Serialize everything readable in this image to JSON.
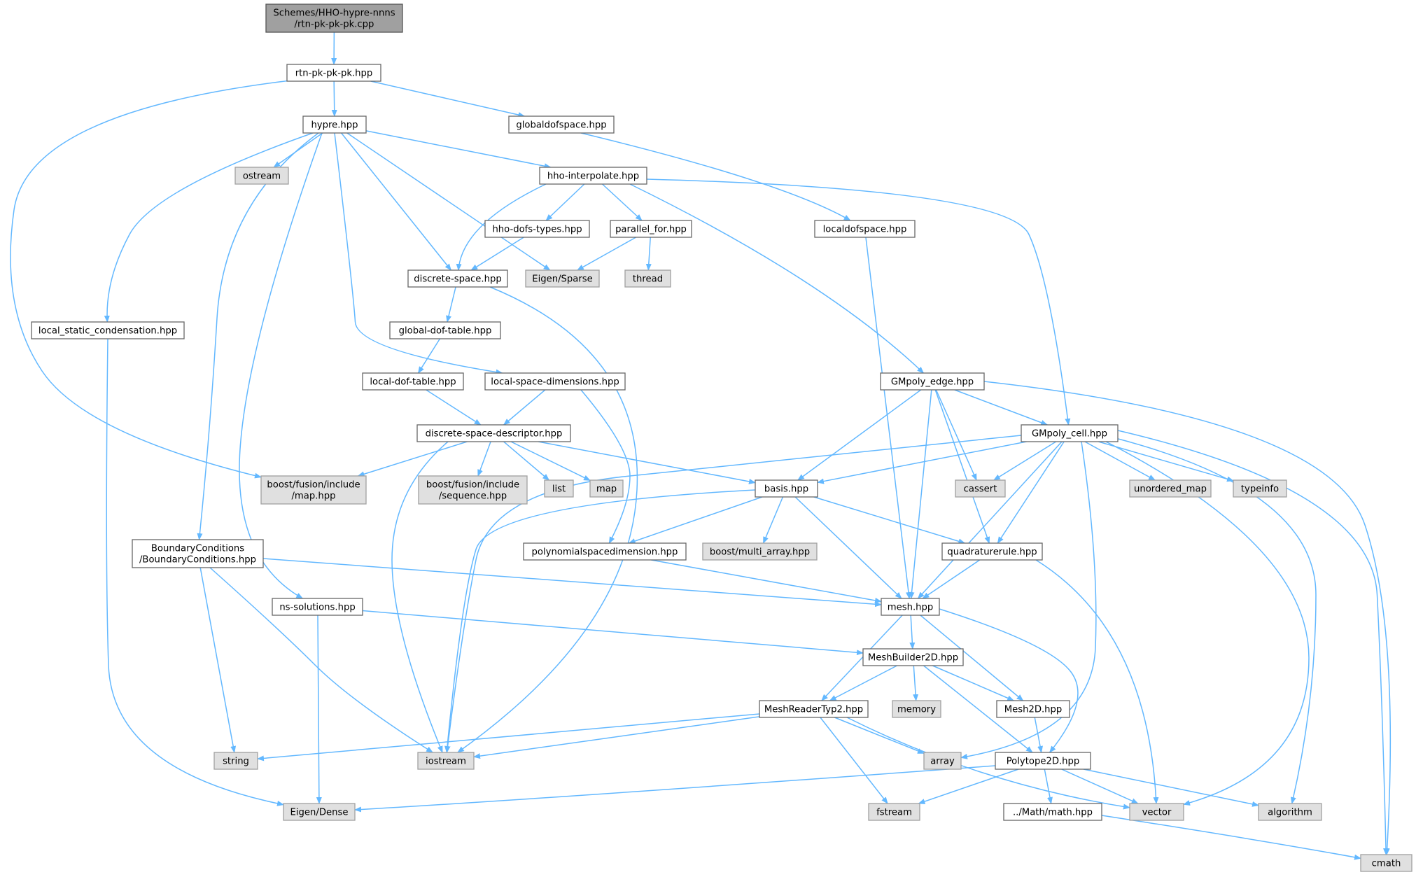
{
  "graph": {
    "nodes": [
      {
        "id": "root",
        "lines": [
          "Schemes/HHO-hypre-nnns",
          "/rtn-pk-pk-pk.cpp"
        ],
        "kind": "root"
      },
      {
        "id": "rtn",
        "lines": [
          "rtn-pk-pk-pk.hpp"
        ],
        "kind": "file"
      },
      {
        "id": "hypre",
        "lines": [
          "hypre.hpp"
        ],
        "kind": "file"
      },
      {
        "id": "globaldof",
        "lines": [
          "globaldofspace.hpp"
        ],
        "kind": "file"
      },
      {
        "id": "ostream",
        "lines": [
          "ostream"
        ],
        "kind": "sys"
      },
      {
        "id": "hhointerp",
        "lines": [
          "hho-interpolate.hpp"
        ],
        "kind": "file"
      },
      {
        "id": "localdof",
        "lines": [
          "localdofspace.hpp"
        ],
        "kind": "file"
      },
      {
        "id": "hhodofs",
        "lines": [
          "hho-dofs-types.hpp"
        ],
        "kind": "file"
      },
      {
        "id": "parfor",
        "lines": [
          "parallel_for.hpp"
        ],
        "kind": "file"
      },
      {
        "id": "discrete",
        "lines": [
          "discrete-space.hpp"
        ],
        "kind": "file"
      },
      {
        "id": "eigensparse",
        "lines": [
          "Eigen/Sparse"
        ],
        "kind": "sys"
      },
      {
        "id": "thread",
        "lines": [
          "thread"
        ],
        "kind": "sys"
      },
      {
        "id": "lsc",
        "lines": [
          "local_static_condensation.hpp"
        ],
        "kind": "file"
      },
      {
        "id": "gdt",
        "lines": [
          "global-dof-table.hpp"
        ],
        "kind": "file"
      },
      {
        "id": "ldt",
        "lines": [
          "local-dof-table.hpp"
        ],
        "kind": "file"
      },
      {
        "id": "lsd",
        "lines": [
          "local-space-dimensions.hpp"
        ],
        "kind": "file"
      },
      {
        "id": "gmedge",
        "lines": [
          "GMpoly_edge.hpp"
        ],
        "kind": "file"
      },
      {
        "id": "dsd",
        "lines": [
          "discrete-space-descriptor.hpp"
        ],
        "kind": "file"
      },
      {
        "id": "gmcell",
        "lines": [
          "GMpoly_cell.hpp"
        ],
        "kind": "file"
      },
      {
        "id": "bfmap",
        "lines": [
          "boost/fusion/include",
          "/map.hpp"
        ],
        "kind": "sys"
      },
      {
        "id": "bfseq",
        "lines": [
          "boost/fusion/include",
          "/sequence.hpp"
        ],
        "kind": "sys"
      },
      {
        "id": "list",
        "lines": [
          "list"
        ],
        "kind": "sys"
      },
      {
        "id": "map",
        "lines": [
          "map"
        ],
        "kind": "sys"
      },
      {
        "id": "basis",
        "lines": [
          "basis.hpp"
        ],
        "kind": "file"
      },
      {
        "id": "cassert",
        "lines": [
          "cassert"
        ],
        "kind": "sys"
      },
      {
        "id": "umap",
        "lines": [
          "unordered_map"
        ],
        "kind": "sys"
      },
      {
        "id": "typeinfo",
        "lines": [
          "typeinfo"
        ],
        "kind": "sys"
      },
      {
        "id": "bc",
        "lines": [
          "BoundaryConditions",
          "/BoundaryConditions.hpp"
        ],
        "kind": "file"
      },
      {
        "id": "psd",
        "lines": [
          "polynomialspacedimension.hpp"
        ],
        "kind": "file"
      },
      {
        "id": "bma",
        "lines": [
          "boost/multi_array.hpp"
        ],
        "kind": "sys"
      },
      {
        "id": "quad",
        "lines": [
          "quadraturerule.hpp"
        ],
        "kind": "file"
      },
      {
        "id": "nssol",
        "lines": [
          "ns-solutions.hpp"
        ],
        "kind": "file"
      },
      {
        "id": "mesh",
        "lines": [
          "mesh.hpp"
        ],
        "kind": "file"
      },
      {
        "id": "mb2d",
        "lines": [
          "MeshBuilder2D.hpp"
        ],
        "kind": "file"
      },
      {
        "id": "mrt2",
        "lines": [
          "MeshReaderTyp2.hpp"
        ],
        "kind": "file"
      },
      {
        "id": "memory",
        "lines": [
          "memory"
        ],
        "kind": "sys"
      },
      {
        "id": "mesh2d",
        "lines": [
          "Mesh2D.hpp"
        ],
        "kind": "file"
      },
      {
        "id": "string",
        "lines": [
          "string"
        ],
        "kind": "sys"
      },
      {
        "id": "iostream",
        "lines": [
          "iostream"
        ],
        "kind": "sys"
      },
      {
        "id": "array",
        "lines": [
          "array"
        ],
        "kind": "sys"
      },
      {
        "id": "poly2d",
        "lines": [
          "Polytope2D.hpp"
        ],
        "kind": "file"
      },
      {
        "id": "eigendense",
        "lines": [
          "Eigen/Dense"
        ],
        "kind": "sys"
      },
      {
        "id": "fstream",
        "lines": [
          "fstream"
        ],
        "kind": "sys"
      },
      {
        "id": "mathhpp",
        "lines": [
          "../Math/math.hpp"
        ],
        "kind": "file"
      },
      {
        "id": "vector",
        "lines": [
          "vector"
        ],
        "kind": "sys"
      },
      {
        "id": "algorithm",
        "lines": [
          "algorithm"
        ],
        "kind": "sys"
      },
      {
        "id": "cmath",
        "lines": [
          "cmath"
        ],
        "kind": "sys"
      }
    ],
    "edges": [
      [
        "root",
        "rtn"
      ],
      [
        "rtn",
        "hypre"
      ],
      [
        "rtn",
        "globaldof"
      ],
      [
        "rtn",
        "bfmap"
      ],
      [
        "hypre",
        "ostream"
      ],
      [
        "hypre",
        "hhointerp"
      ],
      [
        "hypre",
        "discrete"
      ],
      [
        "hypre",
        "eigensparse"
      ],
      [
        "hypre",
        "lsc"
      ],
      [
        "hypre",
        "lsd"
      ],
      [
        "hypre",
        "bc"
      ],
      [
        "hypre",
        "nssol"
      ],
      [
        "globaldof",
        "localdof"
      ],
      [
        "hhointerp",
        "hhodofs"
      ],
      [
        "hhointerp",
        "parfor"
      ],
      [
        "hhointerp",
        "discrete"
      ],
      [
        "hhointerp",
        "gmedge"
      ],
      [
        "hhointerp",
        "gmcell"
      ],
      [
        "hhodofs",
        "discrete"
      ],
      [
        "parfor",
        "eigensparse"
      ],
      [
        "parfor",
        "thread"
      ],
      [
        "discrete",
        "gdt"
      ],
      [
        "discrete",
        "iostream"
      ],
      [
        "gdt",
        "ldt"
      ],
      [
        "ldt",
        "dsd"
      ],
      [
        "lsd",
        "dsd"
      ],
      [
        "lsd",
        "psd"
      ],
      [
        "dsd",
        "bfmap"
      ],
      [
        "dsd",
        "bfseq"
      ],
      [
        "dsd",
        "list"
      ],
      [
        "dsd",
        "map"
      ],
      [
        "dsd",
        "basis"
      ],
      [
        "dsd",
        "iostream"
      ],
      [
        "localdof",
        "mesh"
      ],
      [
        "lsc",
        "eigendense"
      ],
      [
        "gmedge",
        "gmcell"
      ],
      [
        "gmedge",
        "basis"
      ],
      [
        "gmedge",
        "cassert"
      ],
      [
        "gmedge",
        "quad"
      ],
      [
        "gmedge",
        "mesh"
      ],
      [
        "gmedge",
        "cmath"
      ],
      [
        "gmcell",
        "basis"
      ],
      [
        "gmcell",
        "cassert"
      ],
      [
        "gmcell",
        "umap"
      ],
      [
        "gmcell",
        "typeinfo"
      ],
      [
        "gmcell",
        "quad"
      ],
      [
        "gmcell",
        "mesh"
      ],
      [
        "gmcell",
        "iostream"
      ],
      [
        "gmcell",
        "array"
      ],
      [
        "gmcell",
        "vector"
      ],
      [
        "gmcell",
        "algorithm"
      ],
      [
        "gmcell",
        "cmath"
      ],
      [
        "basis",
        "psd"
      ],
      [
        "basis",
        "bma"
      ],
      [
        "basis",
        "quad"
      ],
      [
        "basis",
        "mesh"
      ],
      [
        "basis",
        "iostream"
      ],
      [
        "bc",
        "mesh"
      ],
      [
        "bc",
        "string"
      ],
      [
        "bc",
        "iostream"
      ],
      [
        "psd",
        "mesh"
      ],
      [
        "quad",
        "mesh"
      ],
      [
        "quad",
        "vector"
      ],
      [
        "nssol",
        "mb2d"
      ],
      [
        "nssol",
        "eigendense"
      ],
      [
        "mesh",
        "mb2d"
      ],
      [
        "mesh",
        "mrt2"
      ],
      [
        "mesh",
        "mesh2d"
      ],
      [
        "mesh",
        "poly2d"
      ],
      [
        "mb2d",
        "mrt2"
      ],
      [
        "mb2d",
        "memory"
      ],
      [
        "mb2d",
        "mesh2d"
      ],
      [
        "mb2d",
        "poly2d"
      ],
      [
        "mrt2",
        "string"
      ],
      [
        "mrt2",
        "iostream"
      ],
      [
        "mrt2",
        "array"
      ],
      [
        "mrt2",
        "fstream"
      ],
      [
        "mrt2",
        "vector"
      ],
      [
        "mesh2d",
        "poly2d"
      ],
      [
        "poly2d",
        "eigendense"
      ],
      [
        "poly2d",
        "fstream"
      ],
      [
        "poly2d",
        "mathhpp"
      ],
      [
        "poly2d",
        "vector"
      ],
      [
        "poly2d",
        "algorithm"
      ],
      [
        "mathhpp",
        "cmath"
      ]
    ]
  }
}
